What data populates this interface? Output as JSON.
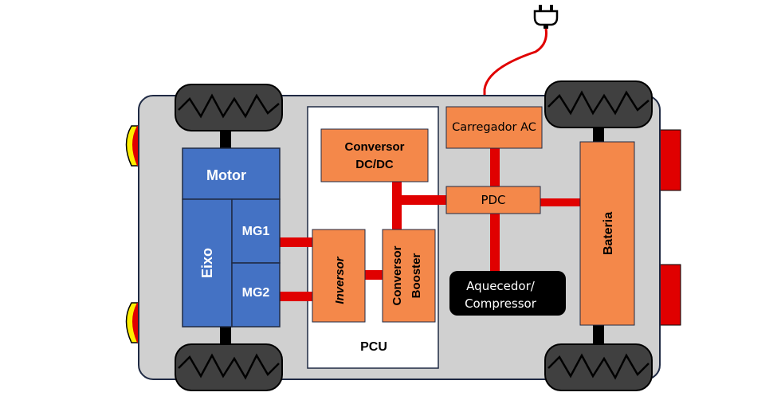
{
  "components": {
    "motor": "Motor",
    "eixo": "Eixo",
    "mg1": "MG1",
    "mg2": "MG2",
    "inversor": "Inversor",
    "conversor_dcdc_line1": "Conversor",
    "conversor_dcdc_line2": "DC/DC",
    "conversor_booster_line1": "Conversor",
    "conversor_booster_line2": "Booster",
    "pcu": "PCU",
    "carregador_ac": "Carregador AC",
    "pdc": "PDC",
    "bateria": "Bateria",
    "aquecedor_line1": "Aquecedor/",
    "aquecedor_line2": "Compressor"
  },
  "colors": {
    "chassis": "#d0d0d0",
    "chassis_border": "#1f2a44",
    "blue_block": "#4472c4",
    "orange_block": "#f4884a",
    "link_red": "#e00000",
    "wheel": "#404040",
    "light_yellow": "#ffee00",
    "black_box": "#000000"
  }
}
